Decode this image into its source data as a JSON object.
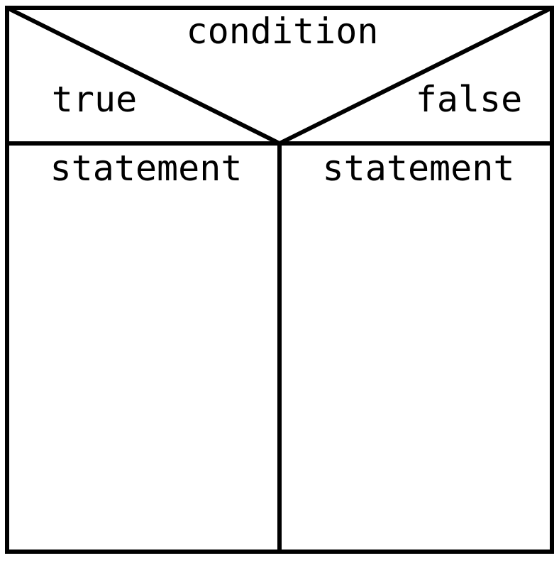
{
  "diagram": {
    "type": "nassi-shneiderman-if-else",
    "condition": "condition",
    "true_label": "true",
    "false_label": "false",
    "true_branch": "statement",
    "false_branch": "statement"
  },
  "colors": {
    "line": "#000000",
    "background": "#ffffff"
  }
}
